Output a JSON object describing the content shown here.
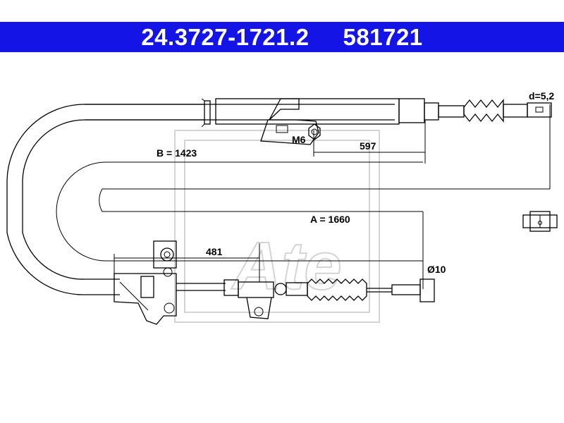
{
  "header": {
    "part_number": "24.3727-1721.2",
    "ref_number": "581721",
    "bg_color": "#1414e6"
  },
  "dimensions": {
    "d_label": "d=5,2",
    "m6_label": "M6",
    "d597_label": "597",
    "b_label": "B = 1423",
    "a_label": "A = 1660",
    "d481_label": "481",
    "dia_label": "Ø10"
  }
}
